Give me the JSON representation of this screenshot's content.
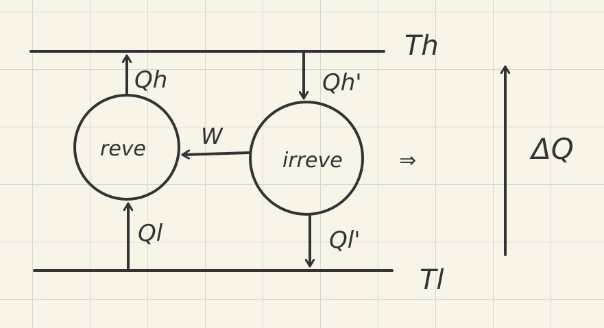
{
  "diagram": {
    "reservoirs": {
      "hot_label": "Th",
      "cold_label": "Tl"
    },
    "engines": {
      "reversible_label": "reve",
      "irreversible_label": "irreve"
    },
    "flows": {
      "hot_to_reversible": "Qh",
      "cold_to_reversible": "Ql",
      "hot_to_irreversible": "Qh'",
      "irreversible_to_cold": "Ql'",
      "work_label": "W"
    },
    "result": {
      "implies": "⇒",
      "net_heat_label": "ΔQ"
    },
    "colors": {
      "ink": "#333333",
      "paper": "#f8f4e8",
      "grid": "#d9d6cc"
    }
  }
}
